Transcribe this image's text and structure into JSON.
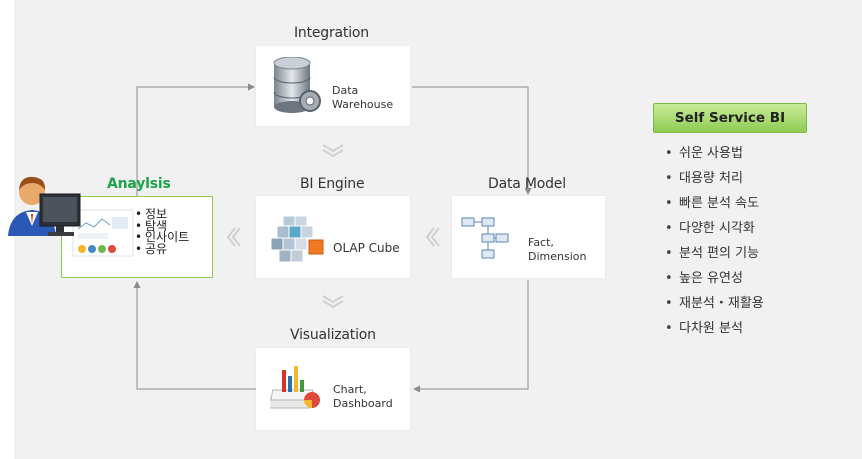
{
  "nodes": {
    "integration": {
      "title": "Integration",
      "label_line1": "Data",
      "label_line2": "Warehouse",
      "icon": "database-gear-icon"
    },
    "bi_engine": {
      "title": "BI Engine",
      "label": "OLAP Cube",
      "icon": "olap-cube-icon"
    },
    "data_model": {
      "title": "Data Model",
      "label_line1": "Fact,",
      "label_line2": "Dimension",
      "icon": "schema-diagram-icon"
    },
    "visualization": {
      "title": "Visualization",
      "label_line1": "Chart,",
      "label_line2": "Dashboard",
      "icon": "chart-stack-icon"
    },
    "analysis": {
      "title": "Anaylsis",
      "items": [
        "정보",
        "탐색",
        "인사이트",
        "공유"
      ],
      "icon": "user-at-computer-icon"
    }
  },
  "self_service": {
    "title": "Self Service BI",
    "features": [
      "쉬운 사용법",
      "대용량 처리",
      "빠른 분석 속도",
      "다양한 시각화",
      "분석 편의 기능",
      "높은 유연성",
      "재분석・재활용",
      "다차원 분석"
    ]
  },
  "colors": {
    "accent_green": "#1aa348",
    "badge_top": "#c9ec98",
    "badge_bottom": "#8fcb52",
    "panel": "#f1f1f1",
    "connector": "#8a8a8a"
  }
}
